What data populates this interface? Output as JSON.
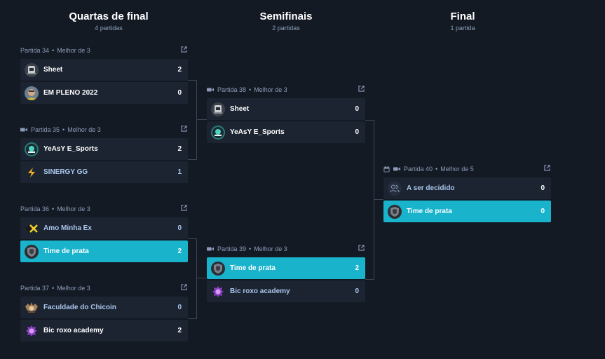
{
  "rounds": [
    {
      "title": "Quartas de final",
      "subtitle": "4 partidas"
    },
    {
      "title": "Semifinais",
      "subtitle": "2 partidas"
    },
    {
      "title": "Final",
      "subtitle": "1 partida"
    }
  ],
  "matches": {
    "m34": {
      "label": "Partida 34",
      "format": "Melhor de 3",
      "teams": [
        {
          "name": "Sheet",
          "score": "2"
        },
        {
          "name": "EM PLENO 2022",
          "score": "0"
        }
      ]
    },
    "m35": {
      "label": "Partida 35",
      "format": "Melhor de 3",
      "teams": [
        {
          "name": "YeAsY E_Sports",
          "score": "2"
        },
        {
          "name": "SINERGY GG",
          "score": "1"
        }
      ]
    },
    "m36": {
      "label": "Partida 36",
      "format": "Melhor de 3",
      "teams": [
        {
          "name": "Amo Minha Ex",
          "score": "0"
        },
        {
          "name": "Time de prata",
          "score": "2"
        }
      ]
    },
    "m37": {
      "label": "Partida 37",
      "format": "Melhor de 3",
      "teams": [
        {
          "name": "Faculdade do Chicoin",
          "score": "0"
        },
        {
          "name": "Bic roxo academy",
          "score": "2"
        }
      ]
    },
    "m38": {
      "label": "Partida 38",
      "format": "Melhor de 3",
      "teams": [
        {
          "name": "Sheet",
          "score": "0"
        },
        {
          "name": "YeAsY E_Sports",
          "score": "0"
        }
      ]
    },
    "m39": {
      "label": "Partida 39",
      "format": "Melhor de 3",
      "teams": [
        {
          "name": "Time de prata",
          "score": "2"
        },
        {
          "name": "Bic roxo academy",
          "score": "0"
        }
      ]
    },
    "m40": {
      "label": "Partida 40",
      "format": "Melhor de 5",
      "teams": [
        {
          "name": "A ser decidido",
          "score": "0"
        },
        {
          "name": "Time de prata",
          "score": "0"
        }
      ]
    }
  },
  "separator": "•",
  "colors": {
    "background": "#141a24",
    "card": "#1c2331",
    "winner": "#19b3cc",
    "meta": "#8a9bb8"
  }
}
